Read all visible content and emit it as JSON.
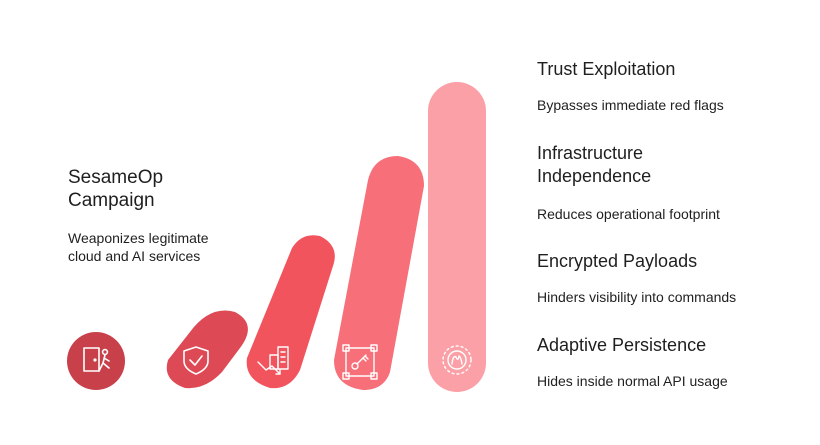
{
  "campaign": {
    "title_line1": "SesameOp",
    "title_line2": "Campaign",
    "subtitle_line1": "Weaponizes legitimate",
    "subtitle_line2": "cloud and AI services"
  },
  "colors": {
    "bar1": "#c8414a",
    "bar2": "#dd4a55",
    "bar3": "#f2545e",
    "bar4": "#f66f79",
    "bar5": "#fca0a7",
    "icon_stroke": "#ffffff"
  },
  "stages": [
    {
      "icon": "exit-door-person-icon",
      "title_line1": "",
      "title_line2": "",
      "desc": ""
    },
    {
      "icon": "shield-check-icon",
      "title_line1": "Adaptive Persistence",
      "title_line2": "",
      "desc": "Hides inside normal API usage"
    },
    {
      "icon": "building-arrow-icon",
      "title_line1": "Encrypted Payloads",
      "title_line2": "",
      "desc": "Hinders visibility into commands"
    },
    {
      "icon": "key-frame-icon",
      "title_line1": "Infrastructure",
      "title_line2": "Independence",
      "desc": "Reduces operational footprint"
    },
    {
      "icon": "ai-badge-icon",
      "title_line1": "Trust Exploitation",
      "title_line2": "",
      "desc": "Bypasses immediate red flags"
    }
  ]
}
